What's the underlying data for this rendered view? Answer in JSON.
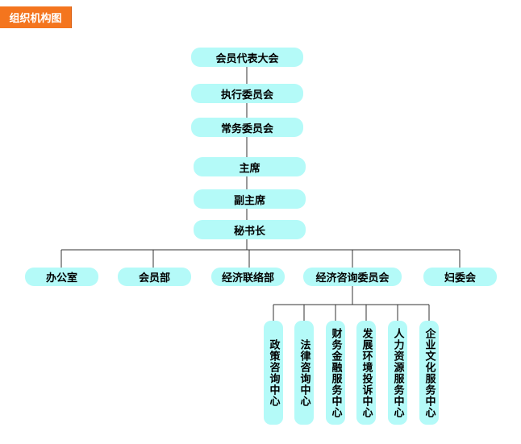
{
  "header": {
    "title": "组织机构图"
  },
  "chain": {
    "congress": "会员代表大会",
    "executive": "执行委员会",
    "standing": "常务委员会",
    "chairman": "主席",
    "vice_chairman": "副主席",
    "secretary_general": "秘书长"
  },
  "departments": {
    "office": "办公室",
    "membership": "会员部",
    "economic_liaison": "经济联络部",
    "economic_consulting": "经济咨询委员会",
    "women": "妇委会"
  },
  "centers": {
    "policy": "政策咨询中心",
    "legal": "法律咨询中心",
    "finance": "财务金融服务中心",
    "development": "发展环境投诉中心",
    "hr": "人力资源服务中心",
    "culture": "企业文化服务中心"
  },
  "colors": {
    "node_fill": "#b4faf8",
    "title_tab": "#f4751e",
    "line": "#333333"
  }
}
